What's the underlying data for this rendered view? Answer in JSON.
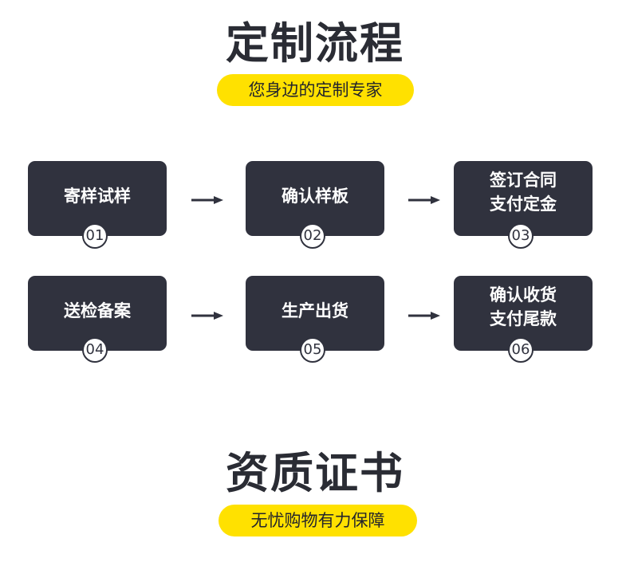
{
  "section1": {
    "title": "定制流程",
    "subtitle": "您身边的定制专家"
  },
  "steps": [
    {
      "number": "01",
      "lines": [
        "寄样试样"
      ]
    },
    {
      "number": "02",
      "lines": [
        "确认样板"
      ]
    },
    {
      "number": "03",
      "lines": [
        "签订合同",
        "支付定金"
      ]
    },
    {
      "number": "04",
      "lines": [
        "送检备案"
      ]
    },
    {
      "number": "05",
      "lines": [
        "生产出货"
      ]
    },
    {
      "number": "06",
      "lines": [
        "确认收货",
        "支付尾款"
      ]
    }
  ],
  "section2": {
    "title": "资质证书",
    "subtitle": "无忧购物有力保障"
  },
  "colors": {
    "title": "#2a2c34",
    "box": "#30323e",
    "accent_yellow": "#ffe100",
    "text_on_box": "#ffffff"
  },
  "icons": {
    "connector": "right-arrow-icon"
  }
}
